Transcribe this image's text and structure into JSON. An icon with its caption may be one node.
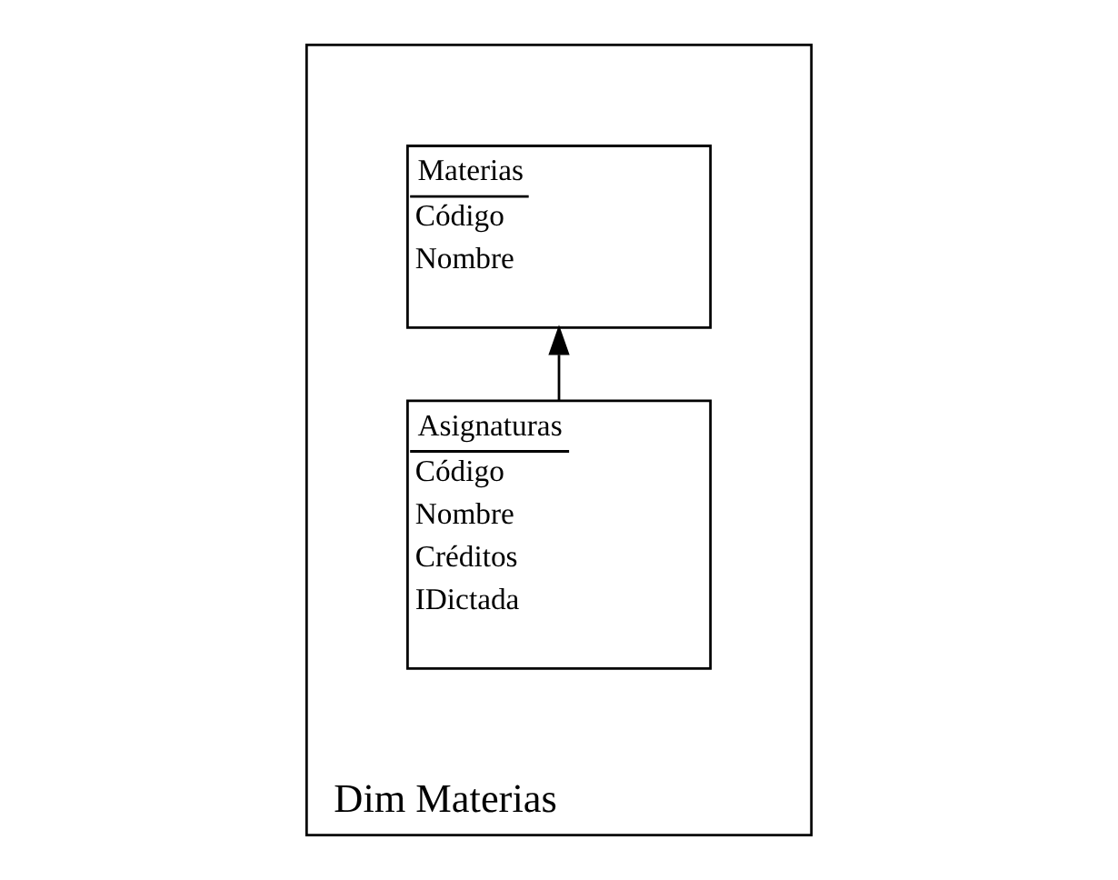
{
  "diagram": {
    "nodes": [
      {
        "text": [
          "Dim Materias"
        ]
      },
      {
        "text": [
          "Materias",
          "Código",
          "Nombre"
        ],
        "in": 0
      },
      {
        "text": [
          "Asignaturas",
          "Código",
          "Nombre",
          "Créditos",
          "IDictada"
        ],
        "in": 0
      }
    ],
    "edges": [
      {
        "from": 2,
        "to": 1,
        "arrow": "to"
      }
    ]
  }
}
